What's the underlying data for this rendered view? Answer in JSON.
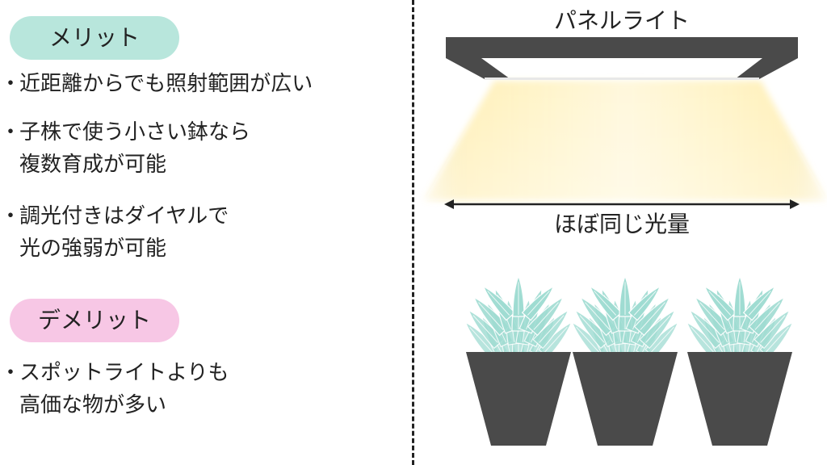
{
  "colors": {
    "merit_pill": "#b8e6dc",
    "demerit_pill": "#f7c7e5",
    "panel": "#4a4a4a",
    "light": "#fff3c4",
    "plant": "#9fdcd2",
    "pot": "#4a4a4a"
  },
  "left": {
    "merit": {
      "title": "メリット",
      "items": [
        {
          "lines": [
            "近距離からでも照射範囲が広い"
          ]
        },
        {
          "lines": [
            "子株で使う小さい鉢なら",
            "複数育成が可能"
          ]
        },
        {
          "lines": [
            "調光付きはダイヤルで",
            "光の強弱が可能"
          ]
        }
      ]
    },
    "demerit": {
      "title": "デメリット",
      "items": [
        {
          "lines": [
            "スポットライトよりも",
            "高価な物が多い"
          ]
        }
      ]
    },
    "bullet": "・"
  },
  "right": {
    "panel_label": "パネルライト",
    "range_label": "ほぼ同じ光量",
    "icons": [
      "panel-light-icon",
      "light-beam",
      "double-arrow-icon",
      "succulent-icon",
      "pot-icon"
    ]
  }
}
